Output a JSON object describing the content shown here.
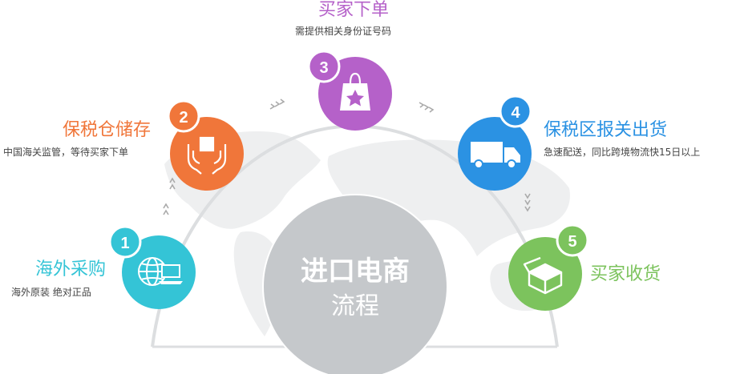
{
  "center": {
    "line1": "进口电商",
    "line2": "流程"
  },
  "steps": [
    {
      "number": "1",
      "title": "海外采购",
      "desc": "海外原装 绝对正品",
      "icon": "globe-laptop-icon",
      "color": "#34c4d6"
    },
    {
      "number": "2",
      "title": "保税仓储存",
      "desc": "中国海关监管，等待买家下单",
      "icon": "hands-holding-box-icon",
      "color": "#f0763a"
    },
    {
      "number": "3",
      "title": "买家下单",
      "desc": "需提供相关身份证号码",
      "icon": "shopping-bag-star-icon",
      "color": "#b561c9"
    },
    {
      "number": "4",
      "title": "保税区报关出货",
      "desc": "急速配送，同比跨境物流快15日以上",
      "icon": "delivery-truck-icon",
      "color": "#2b92e3"
    },
    {
      "number": "5",
      "title": "买家收货",
      "desc": "",
      "icon": "open-box-icon",
      "color": "#7cc35d"
    }
  ],
  "colors": {
    "map": "#eeeff0",
    "hub": "#c5c8cb",
    "arc": "#dcdee0",
    "arrow": "#aaaaaa",
    "badge_bg": "#ffffff"
  }
}
